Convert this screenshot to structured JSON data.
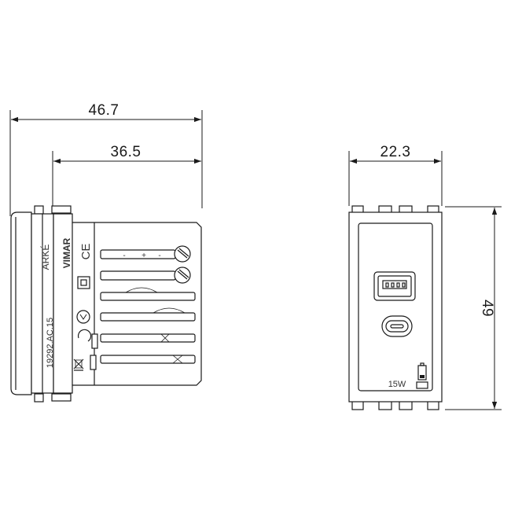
{
  "dimensions": {
    "overall_depth": "46.7",
    "body_depth": "36.5",
    "front_width": "22.3",
    "front_height": "49"
  },
  "side_view": {
    "brand_mark": "ARKÉ",
    "maker_mark": "VIMAR",
    "certification_mark": "CE",
    "model_code": "19292.AC.15",
    "terminal_labels": [
      "-",
      "+",
      "-"
    ]
  },
  "front_view": {
    "power_rating": "15W",
    "ports": [
      "USB-A",
      "USB-C"
    ]
  },
  "colors": {
    "line": "#1a1a1a",
    "body_fill": "#ffffff"
  }
}
